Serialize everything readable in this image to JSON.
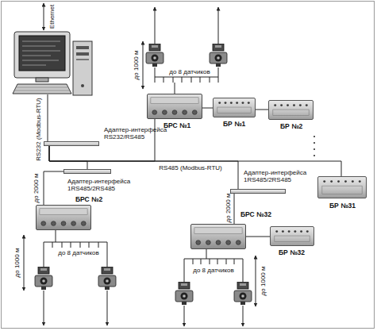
{
  "diagram": {
    "nodes": [
      {
        "text": [
          "Адаптер-интерфейса RS232/RS485"
        ]
      },
      {
        "text": [
          "БРС №1"
        ]
      },
      {
        "text": [
          "БР №1"
        ]
      },
      {
        "text": [
          "БР №2"
        ]
      },
      {
        "text": [
          "Адаптер-интерфейса 1RS485/2RS485"
        ]
      },
      {
        "text": [
          "БРС №2"
        ]
      },
      {
        "text": [
          "Адаптер-интерфейса 1RS485/2RS485"
        ]
      },
      {
        "text": [
          "БРС №32"
        ]
      },
      {
        "text": [
          "БР №31"
        ]
      },
      {
        "text": [
          "БР №32"
        ]
      }
    ],
    "edges": [
      {
        "from": 0,
        "to": 1,
        "arrow": "none"
      },
      {
        "from": 1,
        "to": 2,
        "arrow": "none"
      },
      {
        "from": 2,
        "to": 3,
        "arrow": "none"
      },
      {
        "from": 0,
        "to": 4,
        "arrow": "none"
      },
      {
        "from": 4,
        "to": 5,
        "arrow": "none"
      },
      {
        "from": 0,
        "to": 6,
        "arrow": "none"
      },
      {
        "from": 6,
        "to": 7,
        "arrow": "none"
      },
      {
        "from": 0,
        "to": 8,
        "arrow": "none"
      },
      {
        "from": 7,
        "to": 9,
        "arrow": "none"
      }
    ],
    "labels": [
      "Ethernet",
      "RS232 (Modbus-RTU)",
      "RS485 (Modbus-RTU)",
      "до 8 датчиков",
      "до 1000 м",
      "до 2000 м",
      "до 8 датчиков",
      "до 1000 м",
      "до 2000 м",
      "до 8 датчиков",
      "до 1000 м"
    ]
  }
}
